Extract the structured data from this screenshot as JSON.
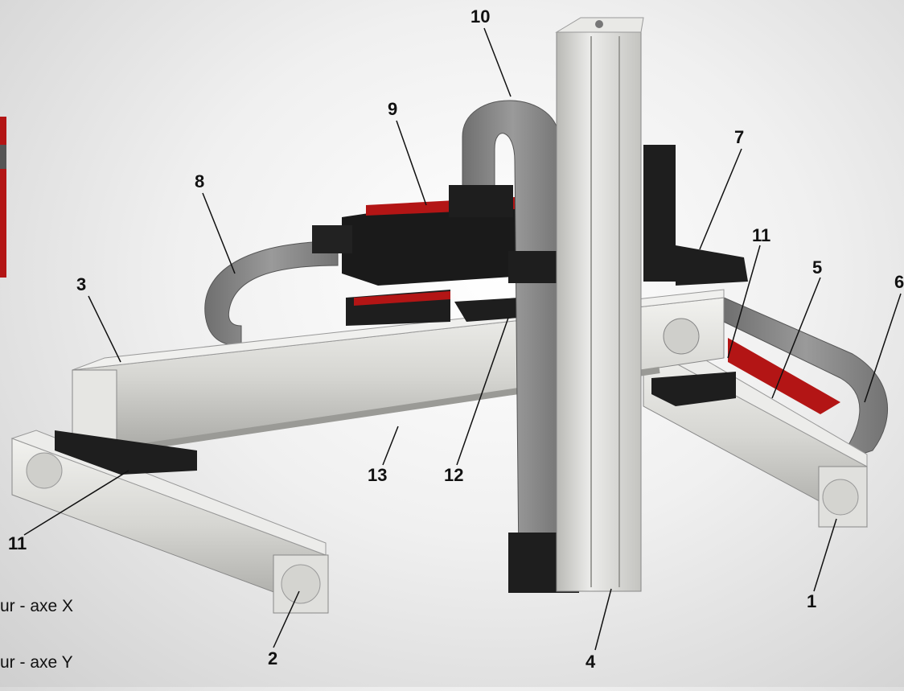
{
  "callouts": {
    "c1": "1",
    "c2": "2",
    "c3": "3",
    "c4": "4",
    "c5": "5",
    "c6": "6",
    "c7": "7",
    "c8": "8",
    "c9": "9",
    "c10": "10",
    "c11a": "11",
    "c11b": "11",
    "c12": "12",
    "c13": "13"
  },
  "legend": {
    "line1": "ur - axe X",
    "line2": "ur - axe Y"
  },
  "colors": {
    "aluminium": "#d9d9d6",
    "aluminium_dark": "#a9a9a6",
    "carriage": "#1e1e1e",
    "belt_red": "#b31515",
    "cable_chain": "#8a8a8a"
  }
}
